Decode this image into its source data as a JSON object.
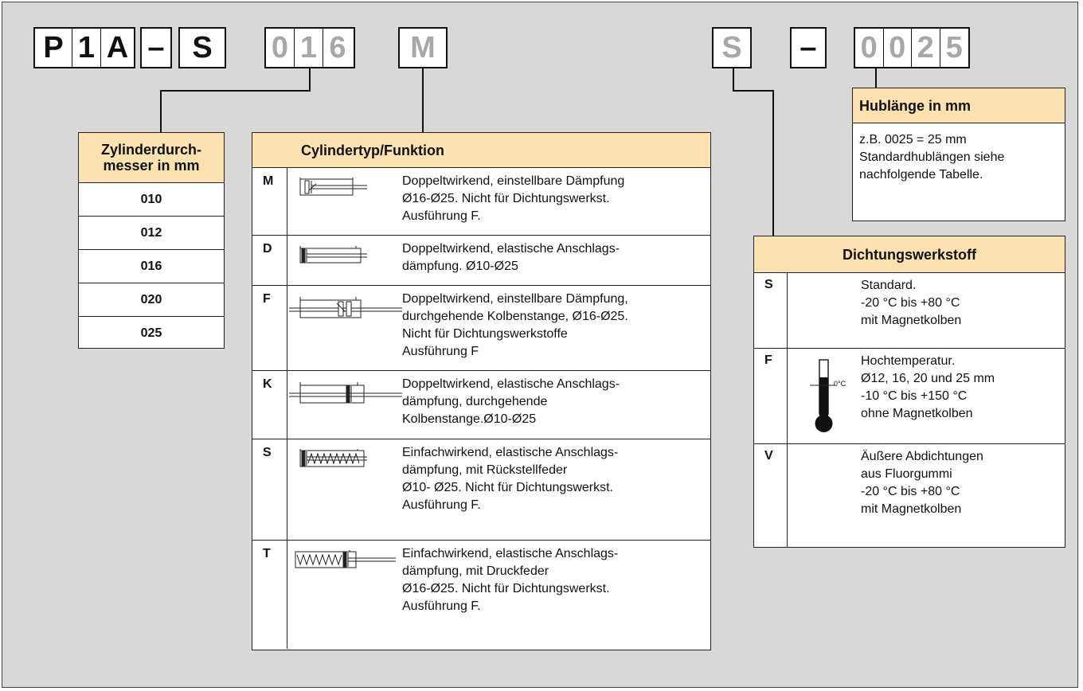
{
  "code": {
    "p1a": [
      "P",
      "1",
      "A"
    ],
    "dash1": "–",
    "s": "S",
    "diameter": [
      "0",
      "1",
      "6"
    ],
    "type": "M",
    "seal": "S",
    "dash2": "–",
    "stroke": [
      "0",
      "0",
      "2",
      "5"
    ]
  },
  "zylinder": {
    "header": "Zylinderdurch-\nmesser in mm",
    "rows": [
      "010",
      "012",
      "016",
      "020",
      "025"
    ]
  },
  "cylindertyp": {
    "header": "Cylindertyp/Funktion",
    "rows": [
      {
        "code": "M",
        "symbol": "double-acting-adjustable-cushion",
        "desc": "Doppeltwirkend, einstellbare Dämpfung\nØ16-Ø25. Nicht für Dichtungswerkst.\nAusführung F."
      },
      {
        "code": "D",
        "symbol": "double-acting-elastic-cushion",
        "desc": "Doppeltwirkend, elastische Anschlags-\ndämpfung. Ø10-Ø25"
      },
      {
        "code": "F",
        "symbol": "double-acting-through-rod-adjustable",
        "desc": "Doppeltwirkend, einstellbare Dämpfung,\ndurchgehende Kolbenstange, Ø16-Ø25.\nNicht für Dichtungswerkstoffe\nAusführung F"
      },
      {
        "code": "K",
        "symbol": "double-acting-through-rod-elastic",
        "desc": "Doppeltwirkend, elastische Anschlags-\ndämpfung, durchgehende\nKolbenstange.Ø10-Ø25"
      },
      {
        "code": "S",
        "symbol": "single-acting-return-spring",
        "desc": "Einfachwirkend, elastische Anschlags-\ndämpfung, mit Rückstellfeder\nØ10- Ø25. Nicht für Dichtungswerkst.\nAusführung F."
      },
      {
        "code": "T",
        "symbol": "single-acting-compression-spring",
        "desc": "Einfachwirkend, elastische Anschlags-\ndämpfung, mit Druckfeder\nØ16-Ø25. Nicht für Dichtungswerkst.\nAusführung F."
      }
    ]
  },
  "dichtung": {
    "header": "Dichtungswerkstoff",
    "rows": [
      {
        "code": "S",
        "desc": "Standard.\n-20 °C bis +80 °C\nmit Magnetkolben"
      },
      {
        "code": "F",
        "desc": "Hochtemperatur.\nØ12, 16, 20 und 25 mm\n-10 °C bis +150 °C\nohne Magnetkolben",
        "thermo_label": "0°C"
      },
      {
        "code": "V",
        "desc": "Äußere Abdichtungen\naus Fluorgummi\n-20 °C bis +80 °C\nmit Magnetkolben"
      }
    ]
  },
  "hub": {
    "header": "Hublänge in mm",
    "body": "z.B. 0025 = 25 mm\nStandardhublängen siehe\nnachfolgende Tabelle."
  },
  "colors": {
    "header_fill": "#fbe2b0",
    "background": "#d8d8d8",
    "grey_code": "#a8a8a8"
  }
}
